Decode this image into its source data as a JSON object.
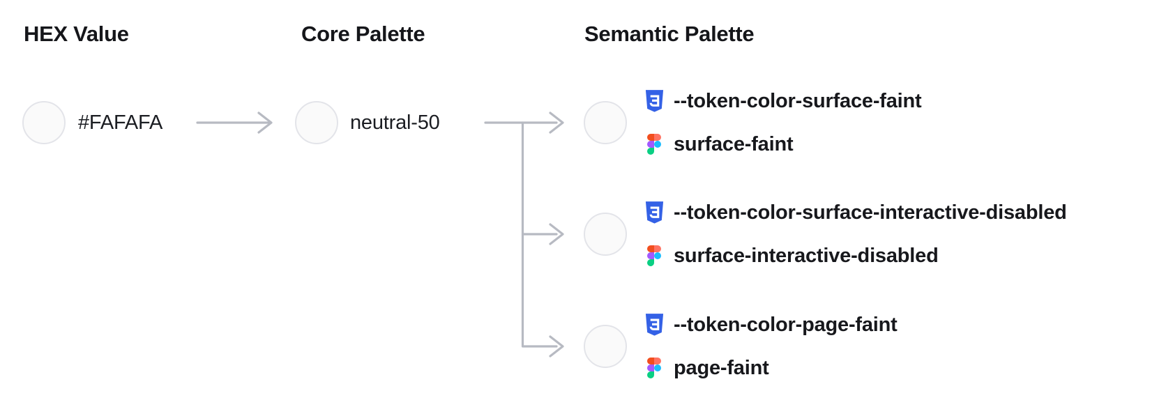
{
  "columns": [
    {
      "title": "HEX Value"
    },
    {
      "title": "Core Palette"
    },
    {
      "title": "Semantic Palette"
    }
  ],
  "hex": {
    "label": "#FAFAFA"
  },
  "core": {
    "label": "neutral-50"
  },
  "semantic": {
    "items": [
      {
        "css": "--token-color-surface-faint",
        "figma": "surface-faint"
      },
      {
        "css": "--token-color-surface-interactive-disabled",
        "figma": "surface-interactive-disabled"
      },
      {
        "css": "--token-color-page-faint",
        "figma": "page-faint"
      }
    ]
  },
  "colors": {
    "swatch_fill": "#FAFAFA",
    "swatch_border": "#E3E4E9",
    "connector_gray": "#B7BAC2",
    "text_dark": "#17181C",
    "css_badge_blue": "#3461E6",
    "figma_orange": "#F24E1E",
    "figma_salmon": "#FF7262",
    "figma_purple": "#A259FF",
    "figma_blue": "#1ABCFE",
    "figma_green": "#0ACF83"
  }
}
